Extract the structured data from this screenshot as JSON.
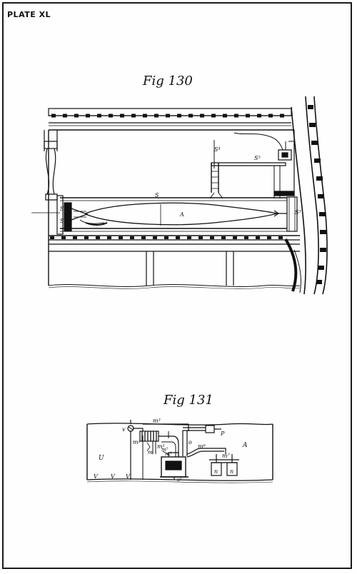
{
  "plate": {
    "label": "PLATE XL"
  },
  "fig130": {
    "caption": "Fig 130",
    "labels": {
      "s": "S",
      "a": "A",
      "s4": "S⁴",
      "s5": "S⁵",
      "s3": "S³",
      "s_left": "S",
      "s6": "S⁶"
    }
  },
  "fig131": {
    "caption": "Fig 131",
    "labels": {
      "m3": "m³",
      "v": "v",
      "m2": "m²",
      "m1": "m¹",
      "p": "P",
      "a": "A",
      "o": "o",
      "m6": "m⁶",
      "m7": "m⁷",
      "m5": "m⁵",
      "m4": "m⁴",
      "m": "m",
      "u": "U",
      "v1": "V",
      "v2": "V",
      "v3": "V",
      "o1": "o¹",
      "n1": "n",
      "n2": "n"
    }
  }
}
